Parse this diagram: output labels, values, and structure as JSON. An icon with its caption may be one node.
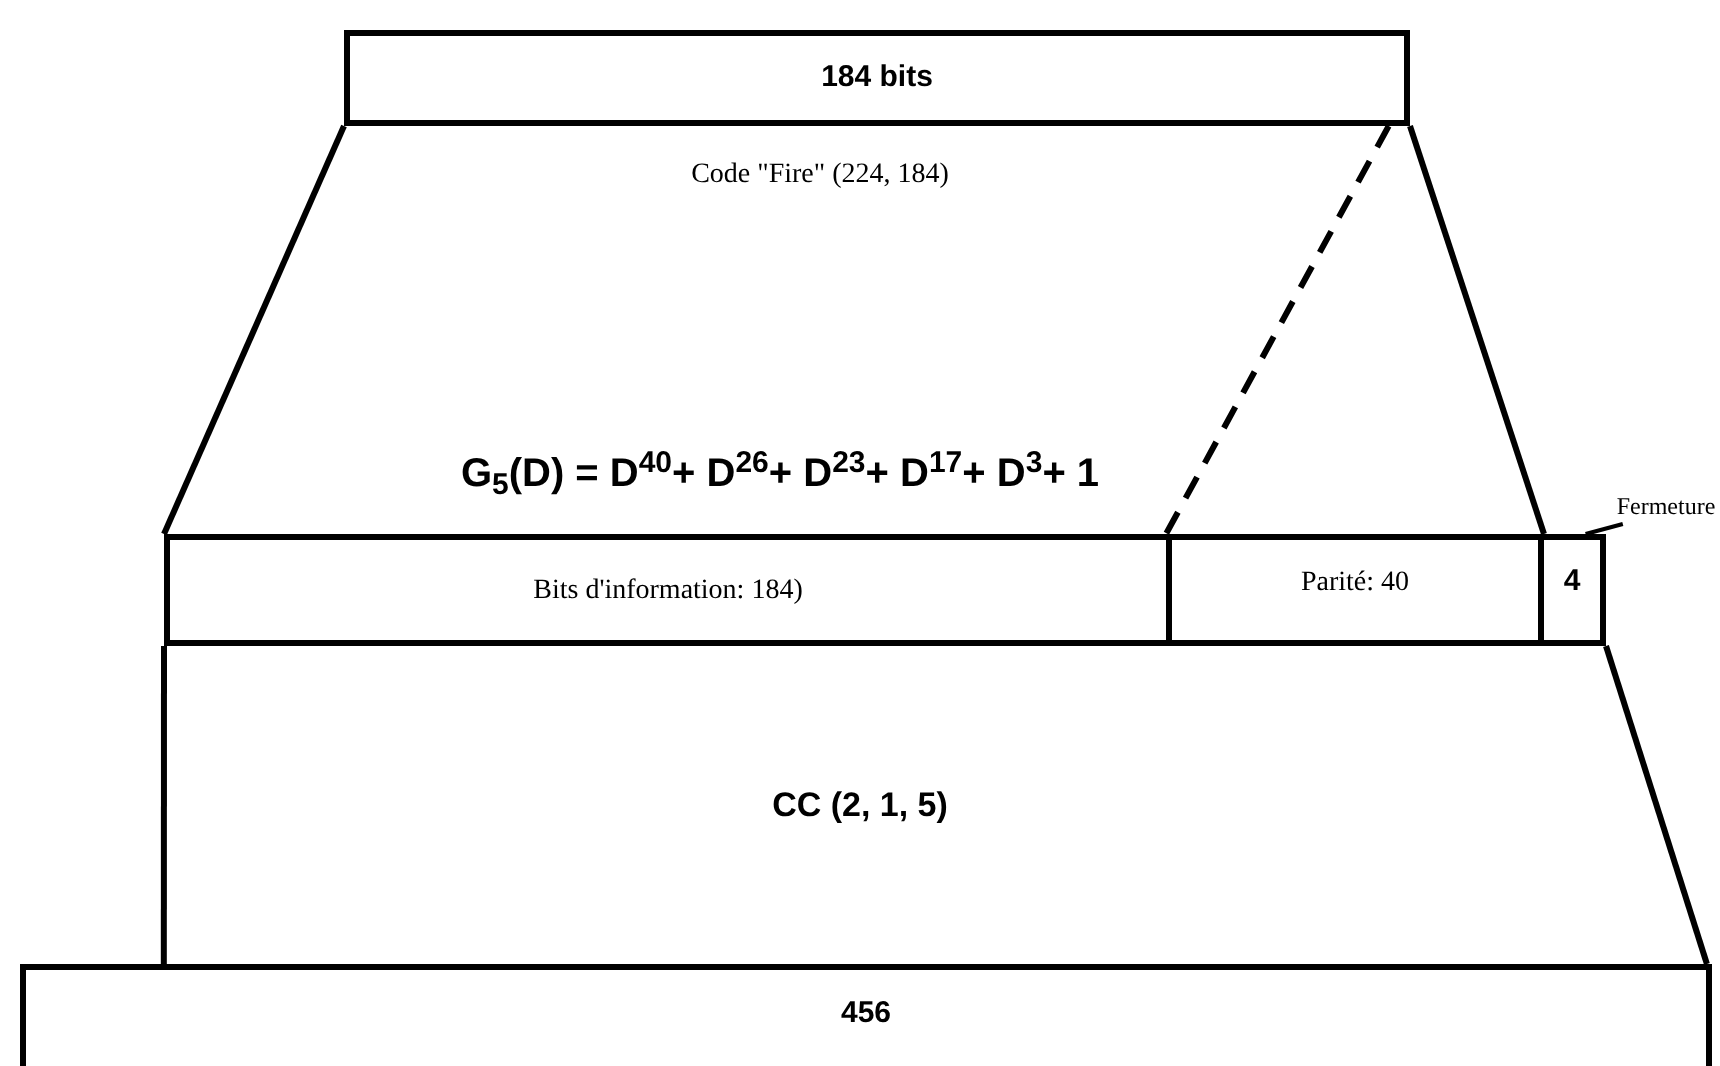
{
  "diagram": {
    "nodes": [
      {
        "text": [
          "184 bits"
        ]
      },
      {
        "text": [
          "Bits d'information: 184)"
        ]
      },
      {
        "text": [
          "Parité: 40"
        ]
      },
      {
        "text": [
          "4"
        ]
      },
      {
        "text": [
          "Fermeture"
        ]
      },
      {
        "text": [
          "456"
        ]
      }
    ],
    "edges": [
      {
        "from": 0,
        "to": 1,
        "arrow": "none"
      },
      {
        "from": 0,
        "to": 2,
        "arrow": "none",
        "style": "dashed"
      },
      {
        "from": 0,
        "to": 2,
        "arrow": "none"
      },
      {
        "from": 1,
        "to": 5,
        "arrow": "none"
      },
      {
        "from": 3,
        "to": 5,
        "arrow": "none"
      },
      {
        "from": 4,
        "to": 3,
        "arrow": "none"
      }
    ],
    "labels": [
      "Code \"Fire\" (224, 184)",
      "G$_{5}$(D) = D$^{40}$+ D$^{26}$+ D$^{23}$+ D$^{17}$+ D$^{3}$+ 1",
      "CC (2, 1, 5)"
    ]
  }
}
